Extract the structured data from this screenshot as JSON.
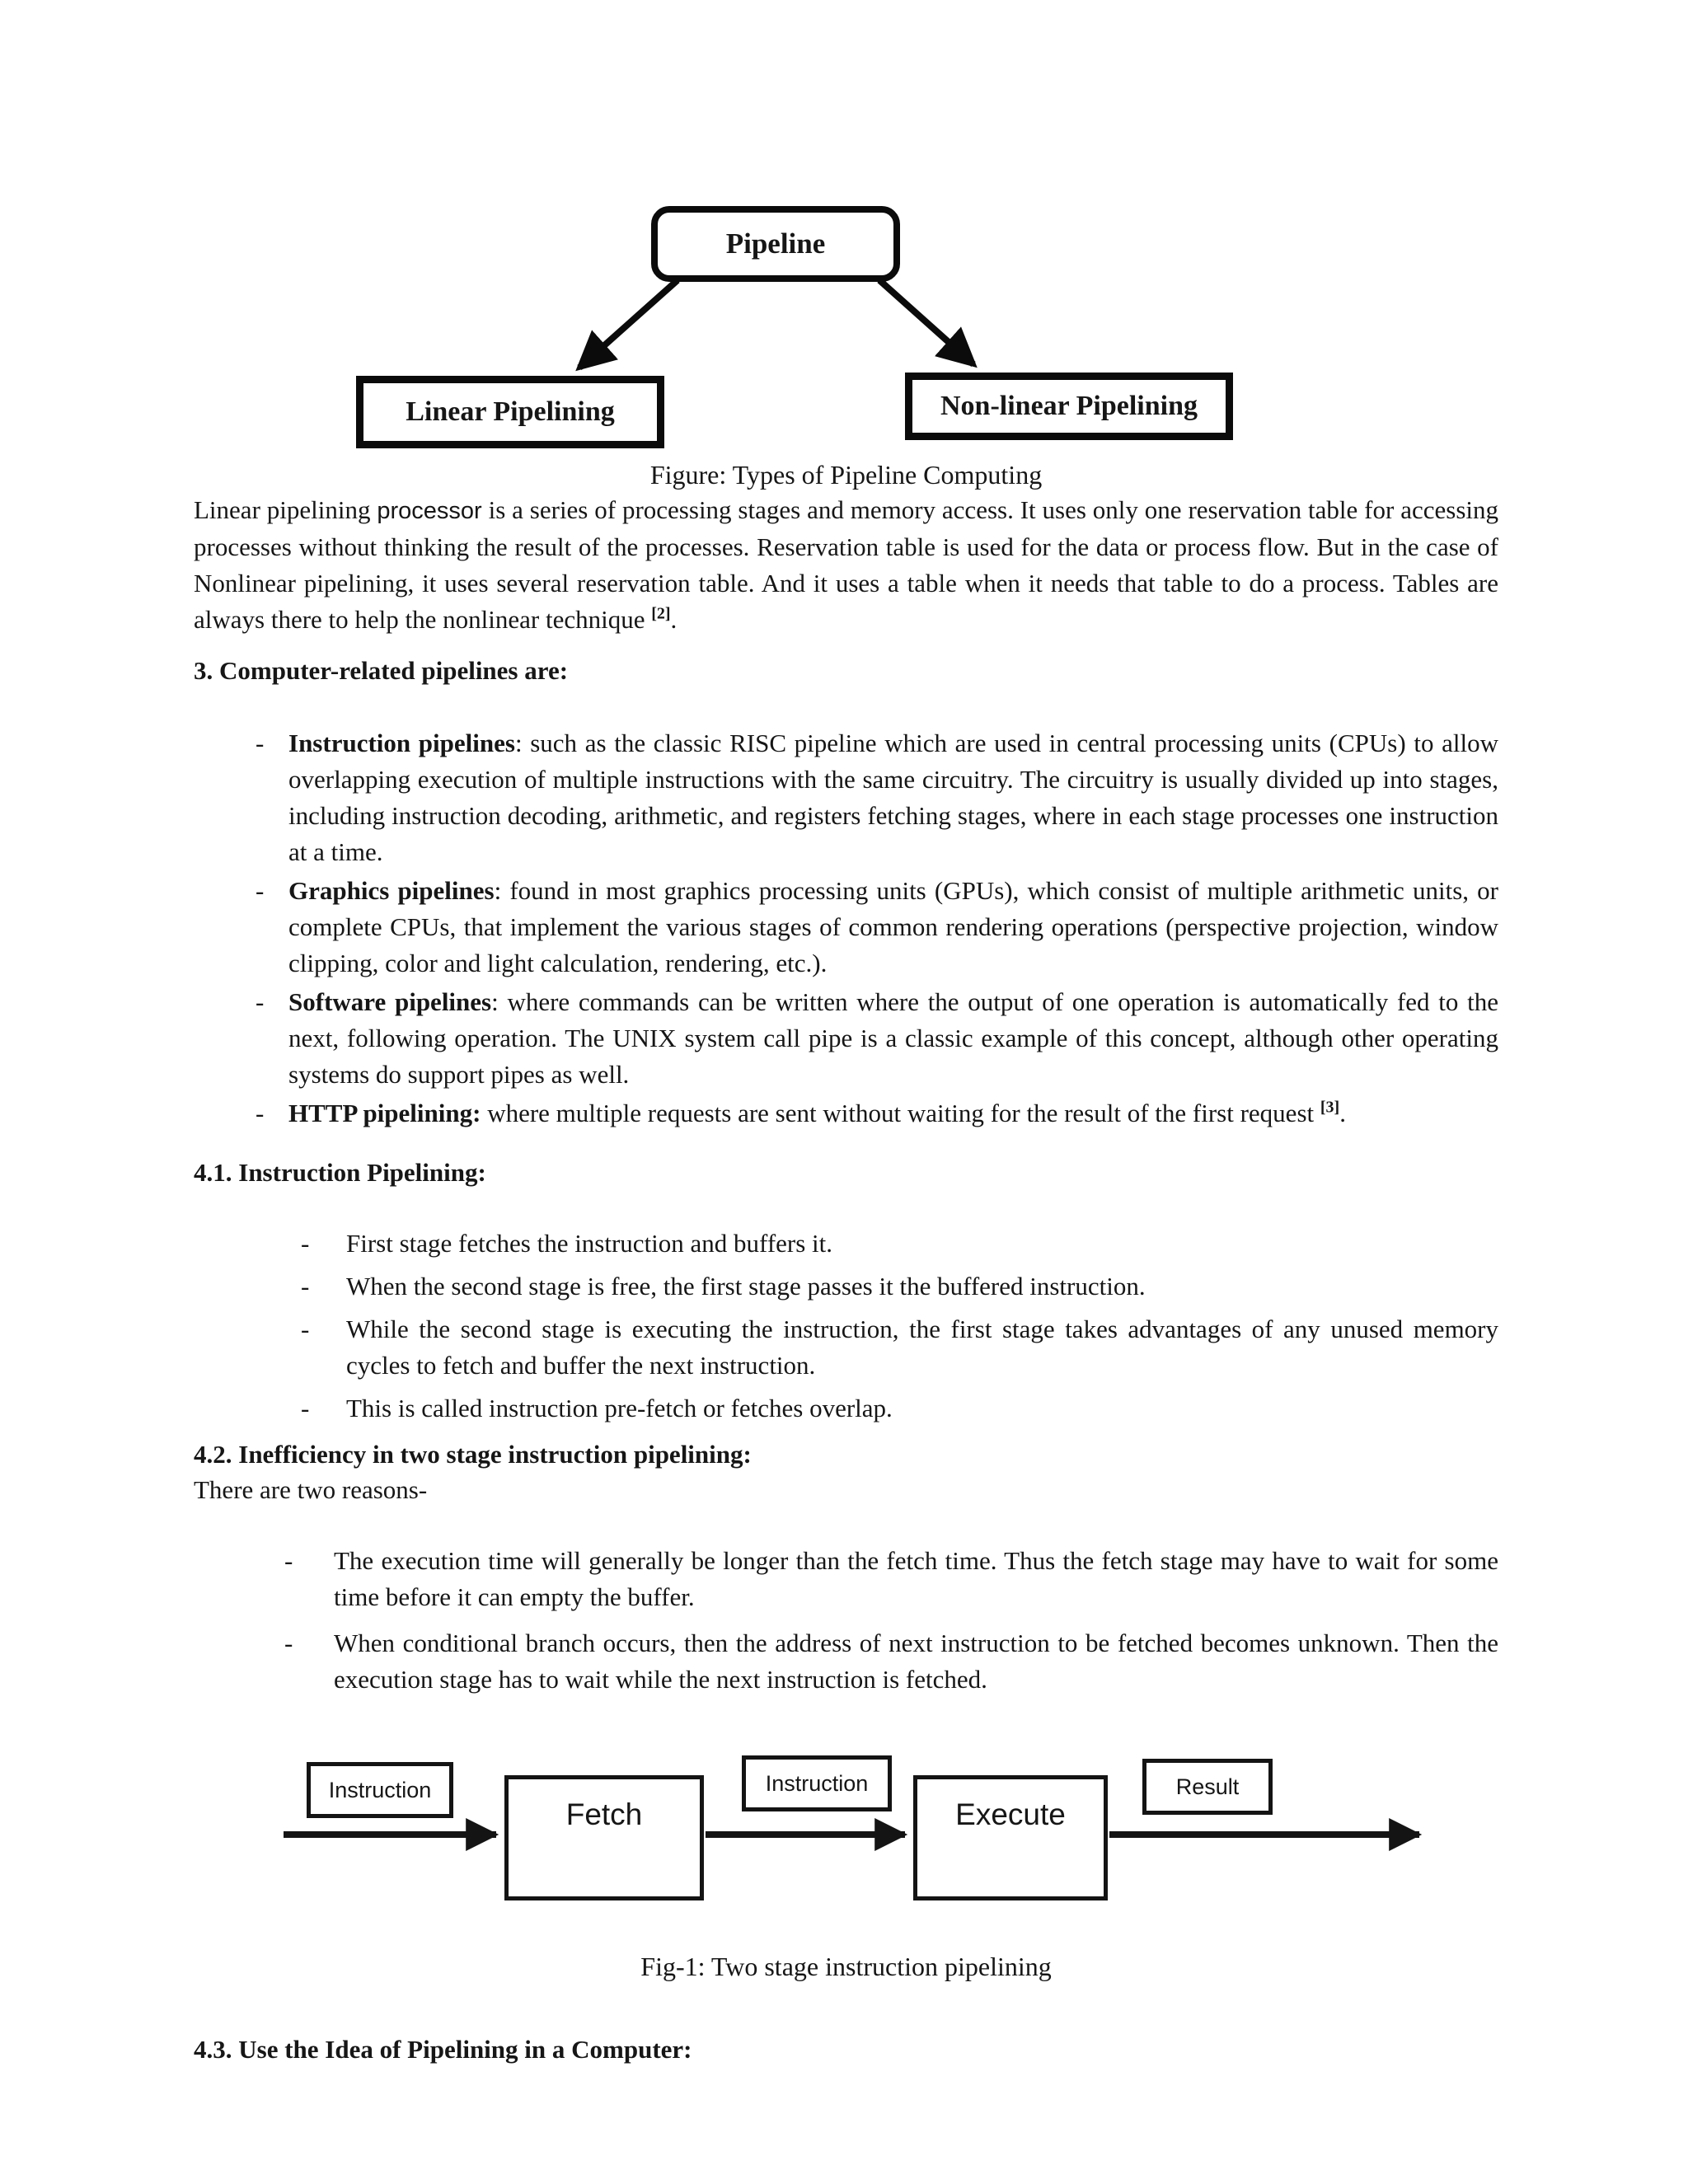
{
  "list_marker": "-",
  "figure_top": {
    "root_box": "Pipeline",
    "left_box": "Linear Pipelining",
    "right_box": "Non-linear Pipelining",
    "caption": "Figure: Types of Pipeline Computing"
  },
  "intro": {
    "serif_lead": "Linear pipelining ",
    "sans_word": "processor",
    "rest": " is a series of processing stages and memory access. It uses only one reservation table for accessing processes without thinking the result of the processes. Reservation table is used for the data or process flow. But in the case of Nonlinear pipelining, it uses several reservation table. And it uses a table when it needs that table to do a process. Tables are always there to help the nonlinear technique ",
    "sup": "[2]",
    "tail": "."
  },
  "section3": {
    "heading": "3. Computer-related pipelines are:",
    "items": [
      {
        "lead": "Instruction pipelines",
        "rest": ": such as the classic RISC pipeline which are used in central processing units (CPUs) to allow overlapping execution of multiple instructions with the same circuitry. The circuitry is usually divided up into stages, including instruction decoding, arithmetic, and registers fetching stages, where in each stage processes one instruction at a time.",
        "sup": "",
        "tail": ""
      },
      {
        "lead": "Graphics pipelines",
        "rest": ": found in most graphics processing units (GPUs), which consist of multiple arithmetic units, or complete CPUs, that implement the various stages of common rendering operations (perspective projection, window clipping, color and light calculation, rendering, etc.).",
        "sup": "",
        "tail": ""
      },
      {
        "lead": "Software pipelines",
        "rest": ": where commands can be written where the output of one operation is automatically fed to the next, following operation. The UNIX system call pipe is a classic example of this concept, although other operating systems do support pipes as well.",
        "sup": "",
        "tail": ""
      },
      {
        "lead": "HTTP pipelining:",
        "rest": " where multiple requests are sent without waiting for the result of the first request ",
        "sup": "[3]",
        "tail": "."
      }
    ]
  },
  "section41": {
    "heading": "4.1. Instruction Pipelining:",
    "items": [
      "First stage fetches the instruction and buffers it.",
      "When the second stage is free, the first stage passes it the buffered instruction.",
      "While the second stage is executing the instruction, the first stage takes advantages of any unused memory cycles to fetch and buffer the next instruction.",
      "This is called instruction pre-fetch or fetches overlap."
    ]
  },
  "section42": {
    "heading": "4.2. Inefficiency in two stage instruction pipelining:",
    "subtext": "There are two reasons-",
    "items": [
      "The execution time will generally be longer than the fetch time. Thus the fetch stage may have to wait for some time before it can empty the buffer.",
      "When conditional branch occurs, then the address of next instruction to be fetched becomes unknown. Then the execution stage has to wait while the next instruction is fetched."
    ]
  },
  "figure1": {
    "input_label": "Instruction",
    "stage1": "Fetch",
    "mid_label": "Instruction",
    "stage2": "Execute",
    "output_label": "Result",
    "caption": "Fig-1: Two stage instruction pipelining"
  },
  "section43": {
    "heading": "4.3. Use the Idea of Pipelining in a Computer:"
  },
  "colors": {
    "ink": "#161616",
    "paper": "#ffffff"
  }
}
